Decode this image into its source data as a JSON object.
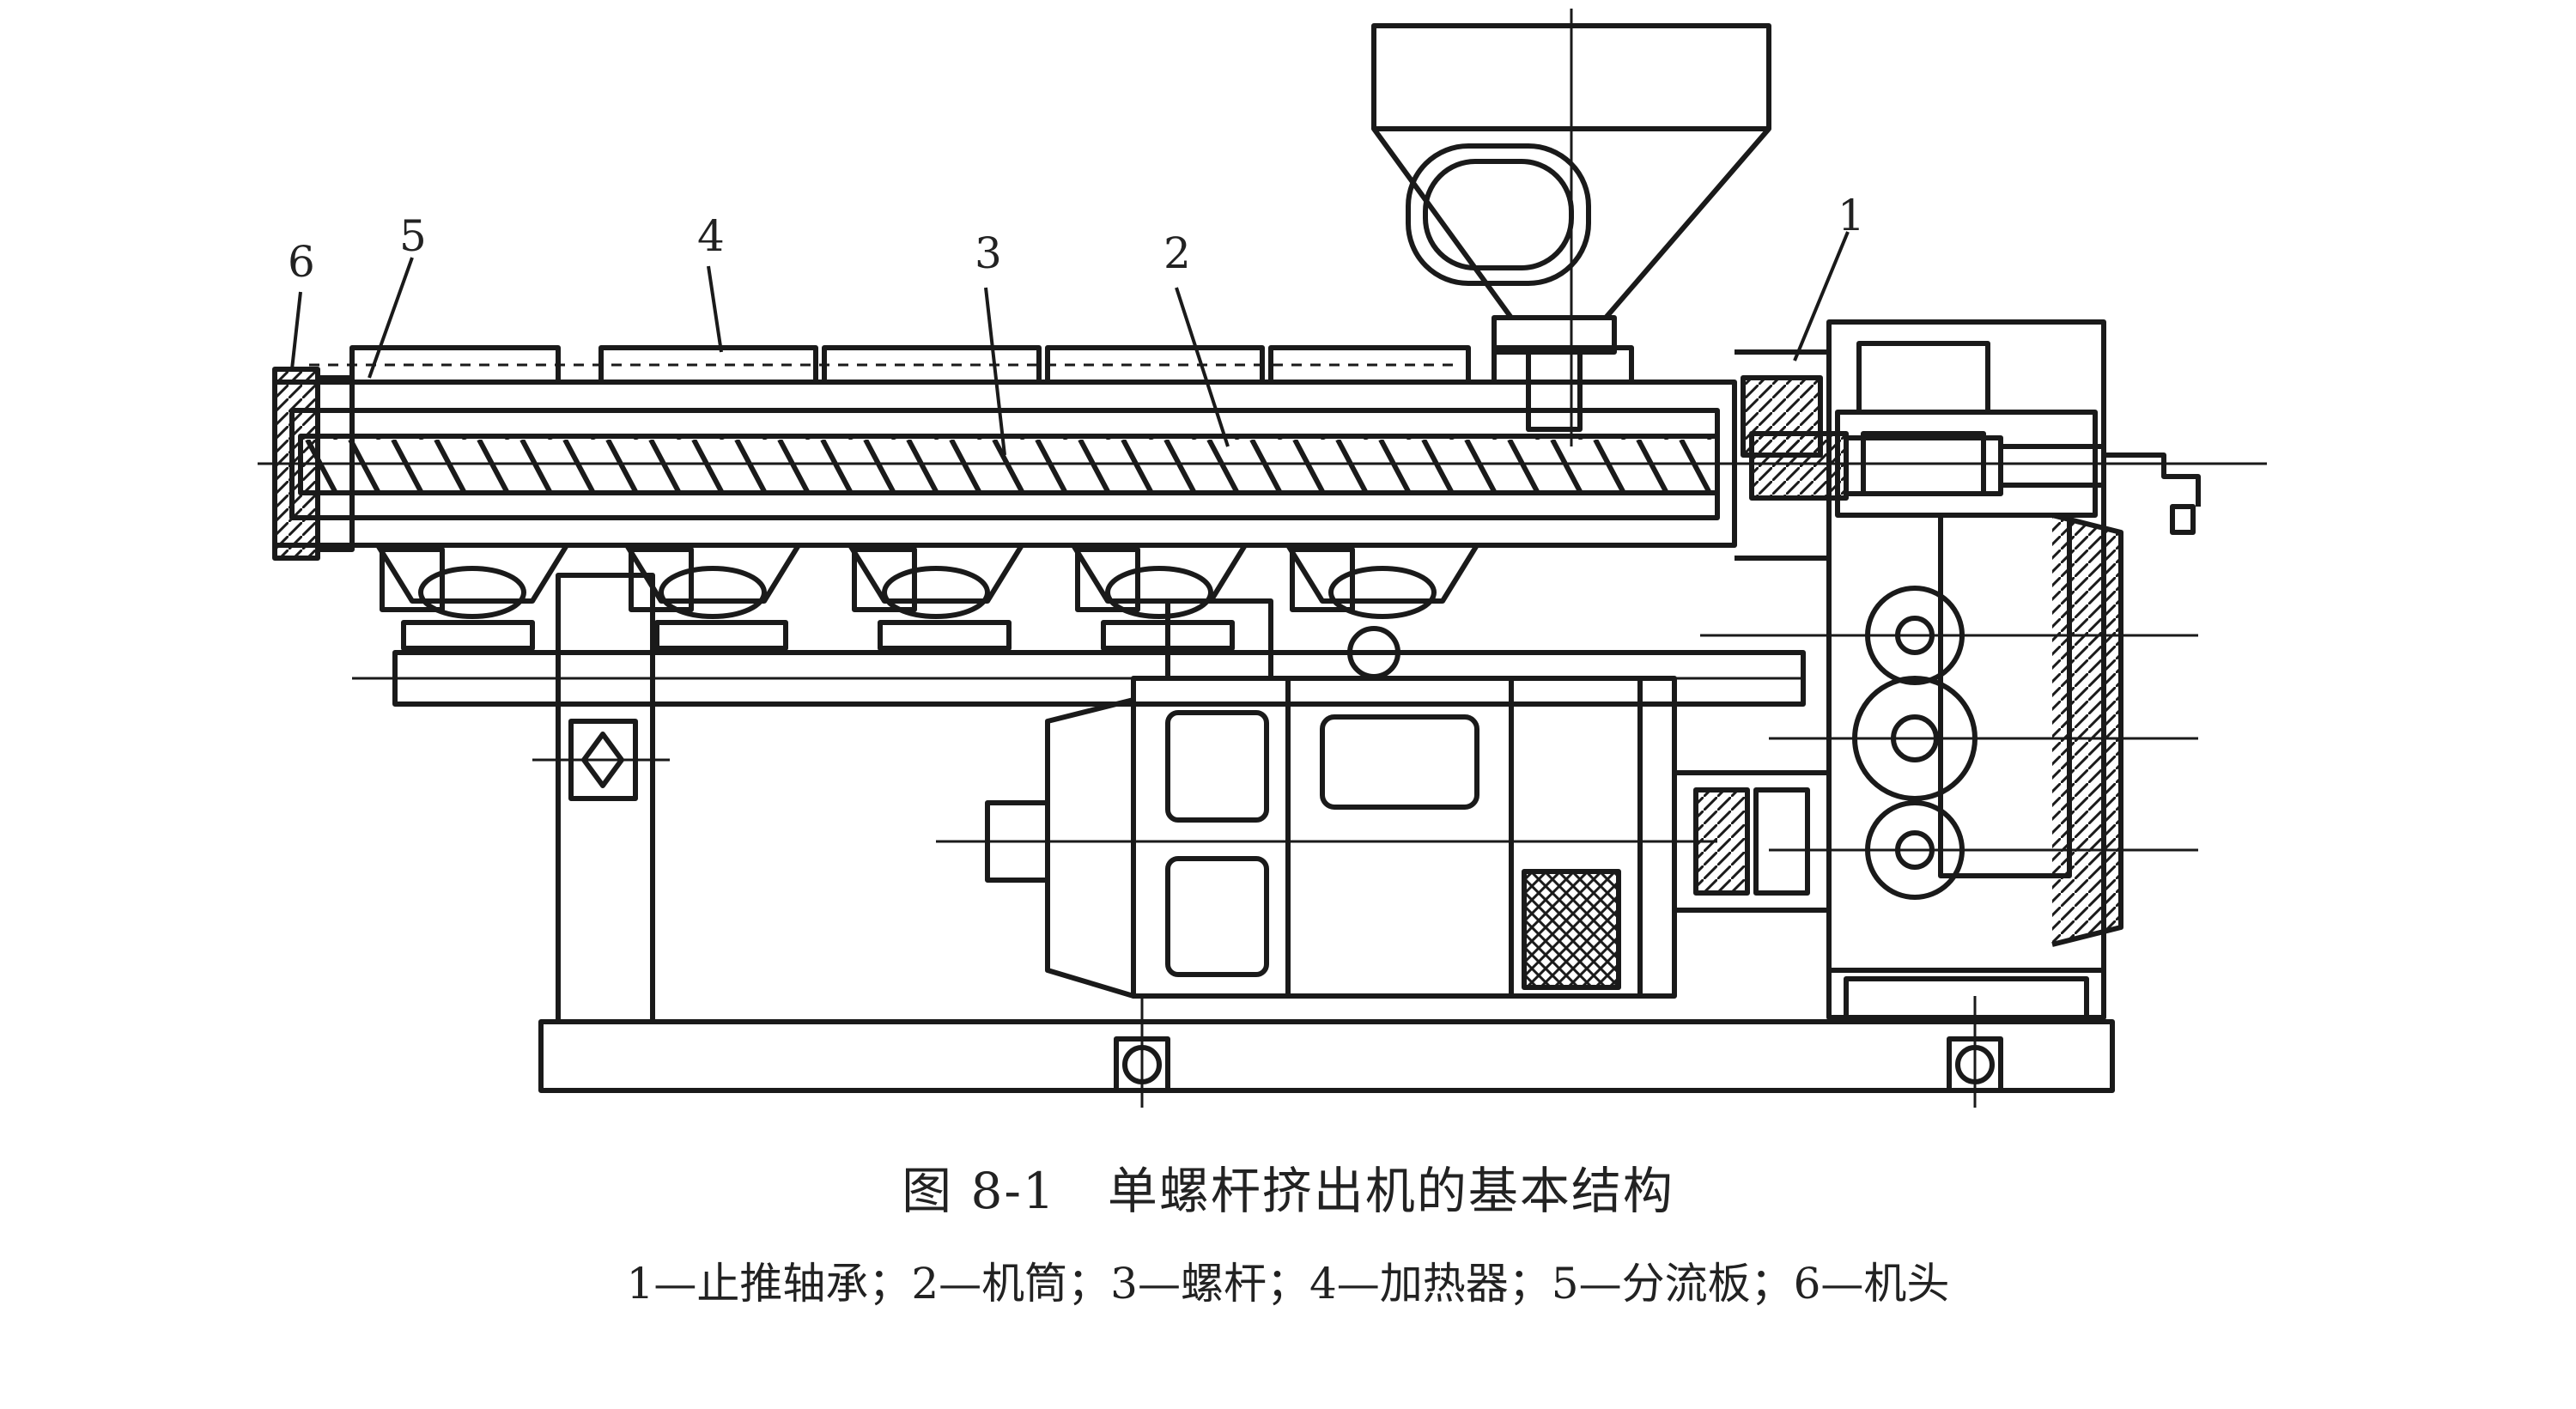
{
  "figure": {
    "part_labels": [
      "1",
      "2",
      "3",
      "4",
      "5",
      "6"
    ],
    "caption_number": "图 8-1",
    "caption_title": "单螺杆挤出机的基本结构",
    "legend": "1—止推轴承；2—机筒；3—螺杆；4—加热器；5—分流板；6—机头"
  }
}
